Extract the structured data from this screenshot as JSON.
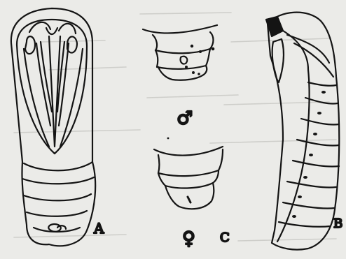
{
  "figure": {
    "labels": {
      "view_a": "A",
      "view_b": "B",
      "view_c": "C",
      "male_symbol": "♂",
      "female_symbol": "♀"
    }
  },
  "colors": {
    "paper": "#ebebe8",
    "ink": "#141414",
    "faint_print": "#bdbdb8"
  }
}
